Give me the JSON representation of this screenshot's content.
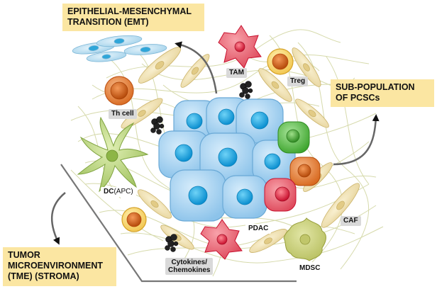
{
  "boxes": {
    "emt": [
      "EPITHELIAL-MESENCHYMAL",
      "TRANSITION (EMT)"
    ],
    "pcsc": [
      "SUB-POPULATION",
      "OF PCSCs"
    ],
    "tme": [
      "TUMOR",
      "MICROENVIRONMENT",
      "(TME) (STROMA)"
    ]
  },
  "labels": {
    "tam": "TAM",
    "treg": "Treg",
    "th_cell": "Th cell",
    "dc": "DC",
    "dc_suffix": "(APC)",
    "pdac": "PDAC",
    "caf": "CAF",
    "mdsc": "MDSC",
    "cytokines": [
      "Cytokines/",
      "Chemokines"
    ]
  },
  "colors": {
    "box_fill": "#fbe6a2",
    "tumor_cell": "#a9d4f1",
    "tumor_nucleus": "#18a8e0",
    "fibers": "#d2d6a3",
    "green_cell": "#5dbf4a",
    "orange_cell": "#e3803a",
    "red_cell": "#ec6c78",
    "fibroblast": "#f0e2b4",
    "epithelial": "#bfe1f1",
    "dc_cell": "#b8d27a",
    "arrow": "#666666"
  },
  "icons": [
    "cytokine-cluster-icon",
    "arrow-icon"
  ]
}
